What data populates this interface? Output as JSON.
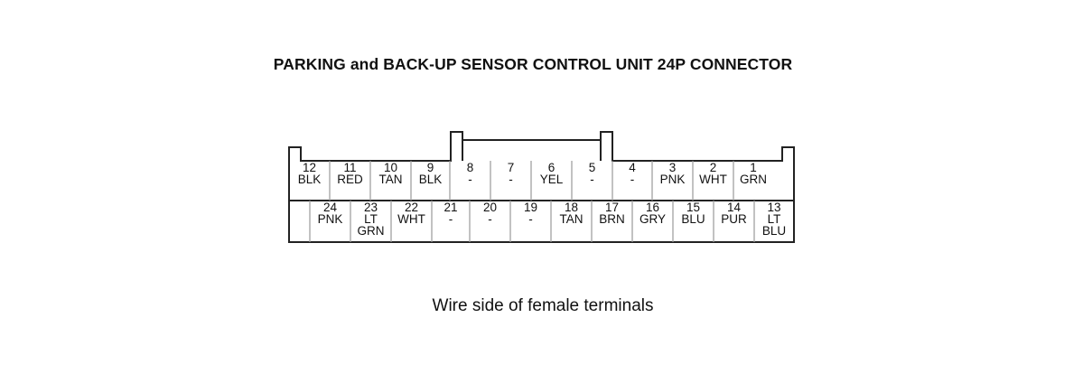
{
  "title": "PARKING and BACK-UP SENSOR CONTROL UNIT 24P CONNECTOR",
  "caption": "Wire side of female terminals",
  "row_top": [
    {
      "num": "12",
      "color": "BLK"
    },
    {
      "num": "11",
      "color": "RED"
    },
    {
      "num": "10",
      "color": "TAN"
    },
    {
      "num": "9",
      "color": "BLK"
    },
    {
      "num": "8",
      "color": "-"
    },
    {
      "num": "7",
      "color": "-"
    },
    {
      "num": "6",
      "color": "YEL"
    },
    {
      "num": "5",
      "color": "-"
    },
    {
      "num": "4",
      "color": "-"
    },
    {
      "num": "3",
      "color": "PNK"
    },
    {
      "num": "2",
      "color": "WHT"
    },
    {
      "num": "1",
      "color": "GRN"
    }
  ],
  "row_bottom": [
    {
      "num": "24",
      "color": "PNK"
    },
    {
      "num": "23",
      "color": "LT GRN"
    },
    {
      "num": "22",
      "color": "WHT"
    },
    {
      "num": "21",
      "color": "-"
    },
    {
      "num": "20",
      "color": "-"
    },
    {
      "num": "19",
      "color": "-"
    },
    {
      "num": "18",
      "color": "TAN"
    },
    {
      "num": "17",
      "color": "BRN"
    },
    {
      "num": "16",
      "color": "GRY"
    },
    {
      "num": "15",
      "color": "BLU"
    },
    {
      "num": "14",
      "color": "PUR"
    },
    {
      "num": "13",
      "color": "LT BLU"
    }
  ]
}
